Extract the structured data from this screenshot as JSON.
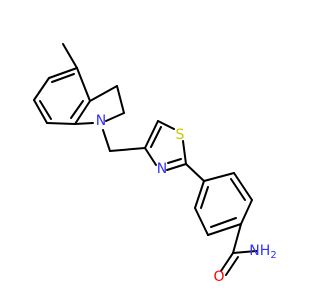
{
  "molecule": {
    "atom_labels": {
      "indoline_nitrogen": "N",
      "thiazole_sulfur": "S",
      "thiazole_nitrogen": "N",
      "carbonyl_oxygen": "O",
      "amide_nitrogen": "N",
      "amide_hydrogens": "H",
      "amide_h_count": "2"
    },
    "colors": {
      "bond": "#000000",
      "nitrogen": "#3232ff",
      "sulfur": "#c8c800",
      "oxygen": "#ff0000",
      "background": "#ffffff"
    }
  }
}
